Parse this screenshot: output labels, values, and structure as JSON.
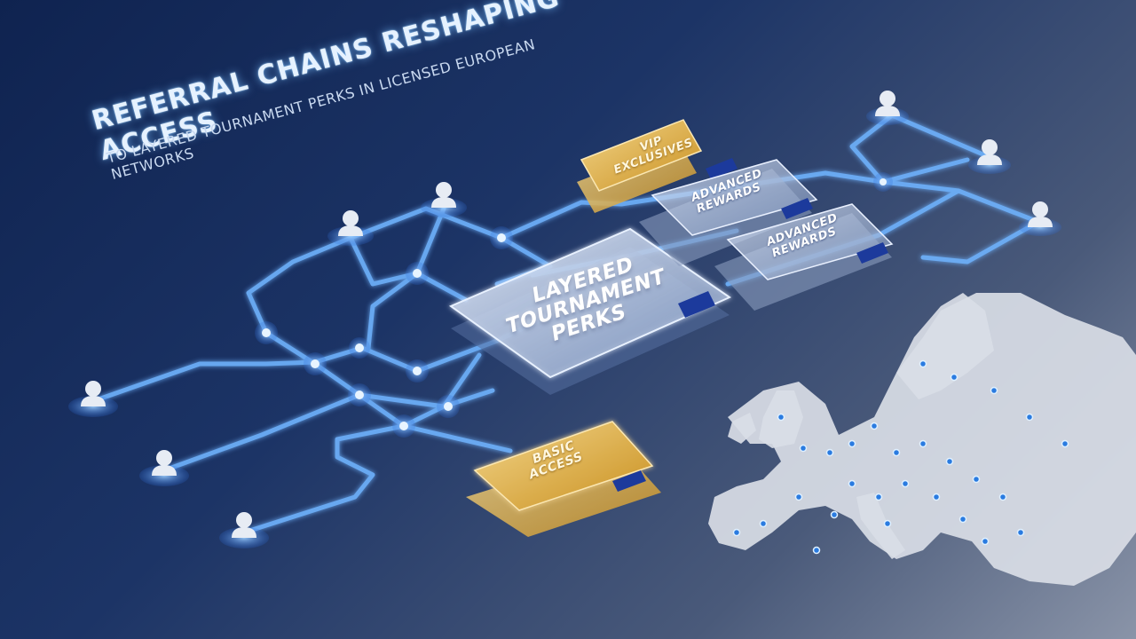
{
  "headline": {
    "title": "REFERRAL CHAINS RESHAPING ACCESS",
    "subtitle": "TO LAYERED TOURNAMENT PERKS IN LICENSED EUROPEAN NETWORKS"
  },
  "cards": {
    "main": "LAYERED\nTOURNAMENT\nPERKS",
    "vip": "VIP\nEXCLUSIVES",
    "advanced_1": "ADVANCED\nREWARDS",
    "advanced_2": "ADVANCED\nREWARDS",
    "basic": "BASIC\nACCESS"
  },
  "icons": [
    "user-icon",
    "eu-flag-icon",
    "network-node-icon",
    "europe-map"
  ],
  "colors": {
    "accent_line": "#6fb4ff",
    "gold": "#e9b23a",
    "glass": "#c9d6ee",
    "map": "#d9dde6"
  }
}
